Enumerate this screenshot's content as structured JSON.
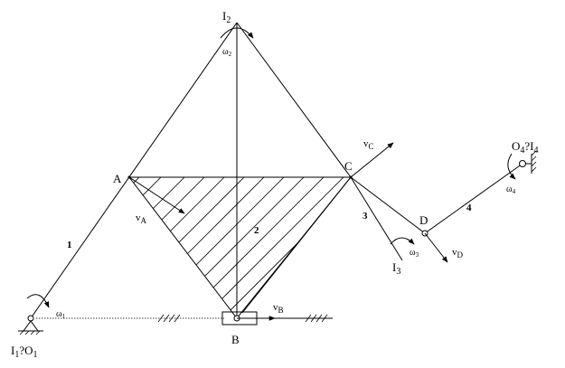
{
  "points": {
    "I2": "I",
    "I2_sub": "2",
    "A": "A",
    "B": "B",
    "C": "C",
    "D": "D",
    "I3": "I",
    "I3_sub": "3",
    "O4": "O",
    "O4_sub": "4",
    "O4_sep": "?",
    "I4": "I",
    "I4_sub": "4",
    "I1": "I",
    "I1_sub": "1",
    "I1_sep": "?",
    "O1": "O",
    "O1_sub": "1"
  },
  "links": {
    "l1": "1",
    "l2": "2",
    "l3": "3",
    "l4": "4"
  },
  "velocities": {
    "vA": "v",
    "vA_sub": "A",
    "vB": "v",
    "vB_sub": "B",
    "vC": "v",
    "vC_sub": "C",
    "vD": "v",
    "vD_sub": "D"
  },
  "omegas": {
    "w1": "ω",
    "w1_sub": "1",
    "w2": "ω",
    "w2_sub": "2",
    "w3": "ω",
    "w3_sub": "3",
    "w4": "ω",
    "w4_sub": "4"
  }
}
